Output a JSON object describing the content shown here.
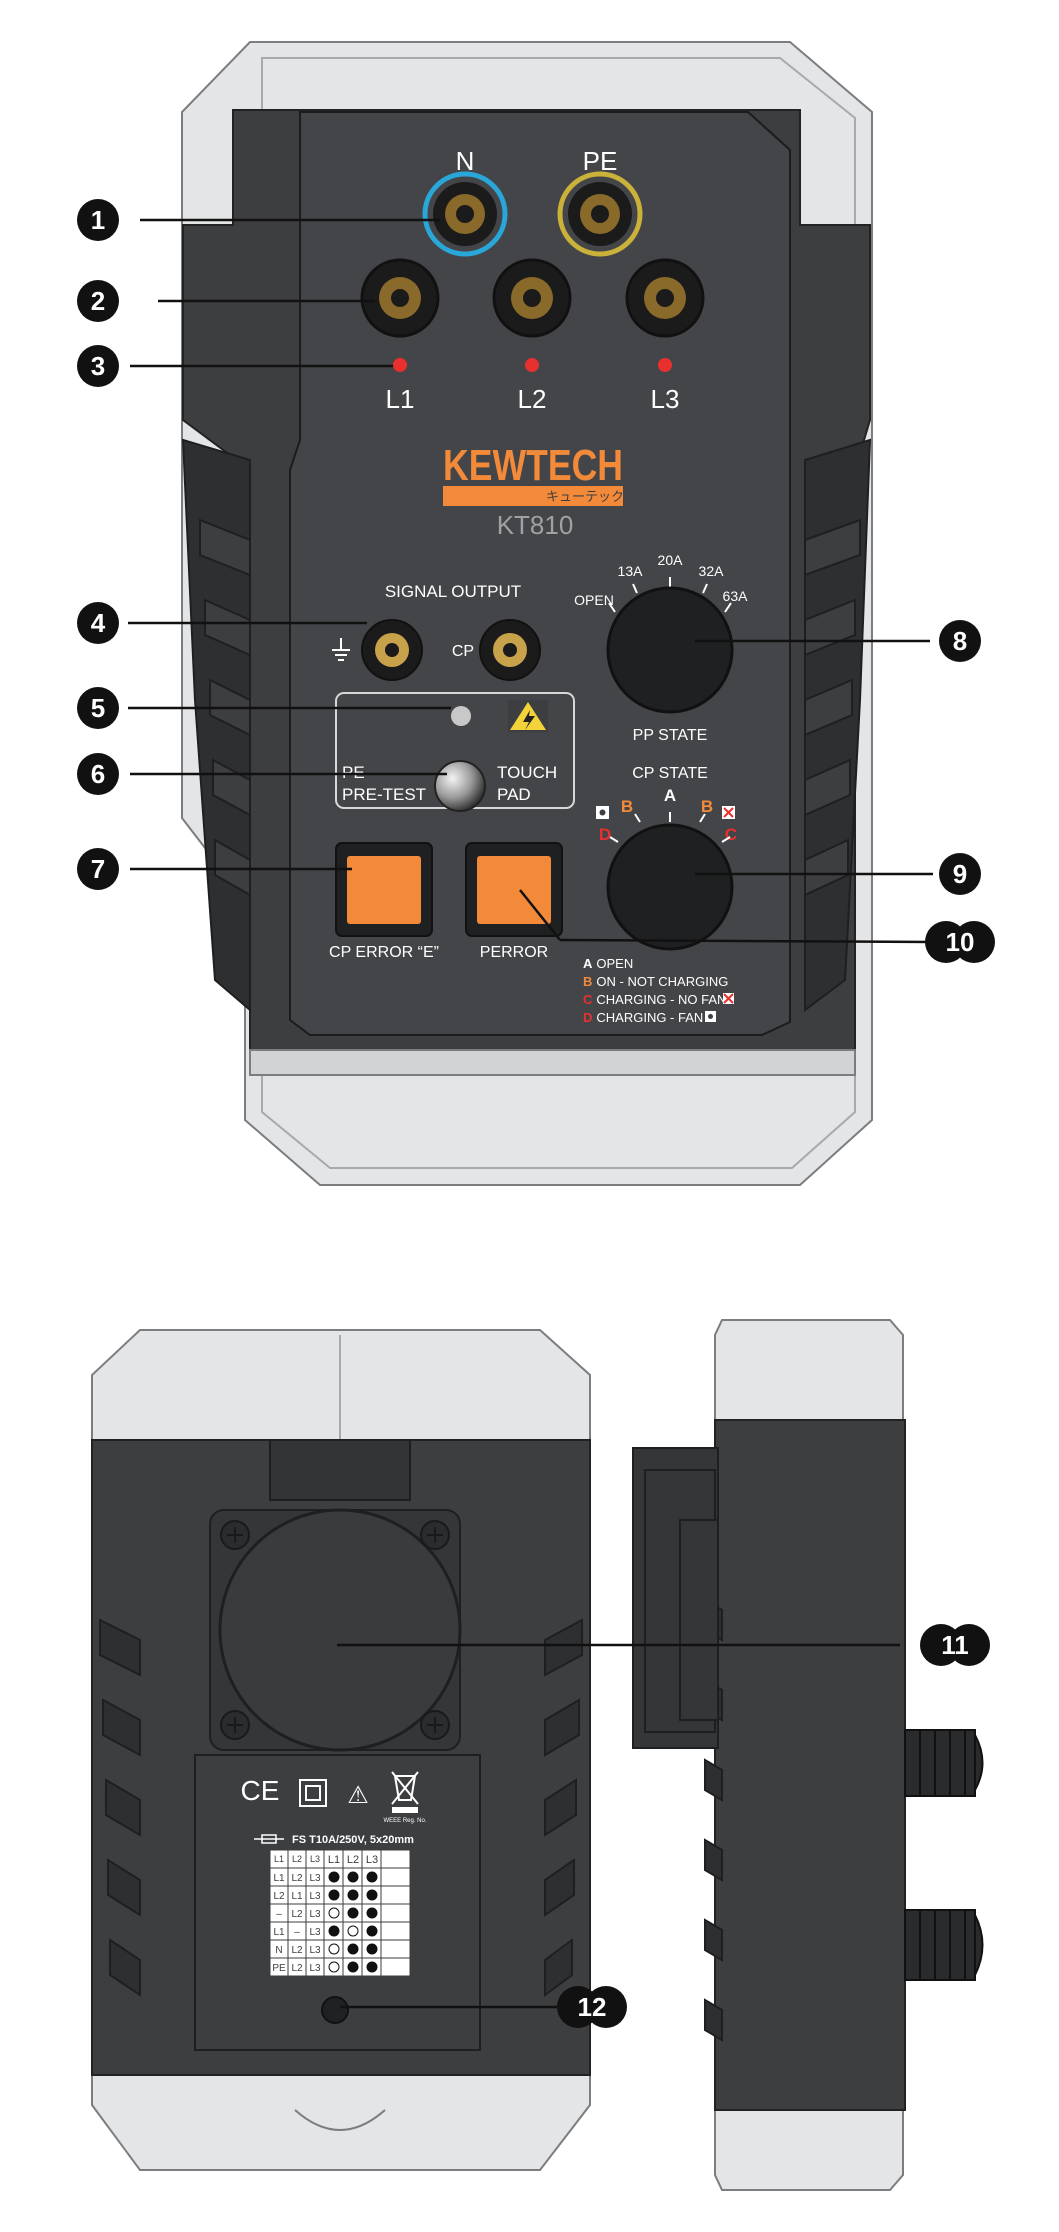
{
  "colors": {
    "body_dark": "#3d3e40",
    "body_grip": "#2e2f31",
    "shell_light": "#e4e5e6",
    "accent_orange": "#f28a3a",
    "led_red": "#e8302f",
    "n_ring": "#29a7d8",
    "pe_ring": "#c9b13a",
    "socket_brass": "#8a6a2b"
  },
  "front": {
    "socket_labels": {
      "n": "N",
      "pe": "PE",
      "l1": "L1",
      "l2": "L2",
      "l3": "L3"
    },
    "brand": {
      "name": "KEWTECH",
      "katakana": "キューテック",
      "model": "KT810"
    },
    "signal_output": {
      "title": "SIGNAL OUTPUT",
      "cp": "CP",
      "ground_icon": "ground-icon"
    },
    "touch_pad": {
      "pe": "PE",
      "pretest": "PRE-TEST",
      "touch": "TOUCH",
      "pad": "PAD"
    },
    "buttons": {
      "cp_error": "CP ERROR “E”",
      "perror": "PERROR"
    },
    "pp_state": {
      "ticks": [
        "OPEN",
        "13A",
        "20A",
        "32A",
        "63A"
      ],
      "label": "PP STATE"
    },
    "cp_state": {
      "label": "CP STATE",
      "letters": {
        "a": "A",
        "b": "B",
        "c": "C",
        "d": "D"
      }
    },
    "legend": [
      {
        "letter": "A",
        "text": "OPEN",
        "color": "#ffffff"
      },
      {
        "letter": "B",
        "text": "ON - NOT CHARGING",
        "color": "#f28a3a"
      },
      {
        "letter": "C",
        "text": "CHARGING - NO FAN",
        "color": "#e8302f"
      },
      {
        "letter": "D",
        "text": "CHARGING - FAN",
        "color": "#e8302f"
      }
    ]
  },
  "callouts": [
    "1",
    "2",
    "3",
    "4",
    "5",
    "6",
    "7",
    "8",
    "9",
    "10",
    "11",
    "12"
  ],
  "back": {
    "marks": {
      "ce": "CE",
      "warning": "⚠"
    },
    "weee": "WEEE Reg. No.",
    "fuse": "FS T10A/250V, 5x20mm",
    "table": {
      "header": [
        "L1",
        "L2",
        "L3",
        "L1",
        "L2",
        "L3"
      ],
      "rows": [
        {
          "cells": [
            "L1",
            "L2",
            "L3"
          ],
          "leds": [
            "on",
            "on",
            "on"
          ]
        },
        {
          "cells": [
            "L2",
            "L1",
            "L3"
          ],
          "leds": [
            "on",
            "on",
            "on"
          ]
        },
        {
          "cells": [
            "–",
            "L2",
            "L3"
          ],
          "leds": [
            "off",
            "on",
            "on"
          ]
        },
        {
          "cells": [
            "L1",
            "–",
            "L3"
          ],
          "leds": [
            "on",
            "off",
            "on"
          ]
        },
        {
          "cells": [
            "N",
            "L2",
            "L3"
          ],
          "leds": [
            "off",
            "on",
            "on"
          ]
        },
        {
          "cells": [
            "PE",
            "L2",
            "L3"
          ],
          "leds": [
            "off",
            "on",
            "on"
          ]
        }
      ]
    }
  }
}
